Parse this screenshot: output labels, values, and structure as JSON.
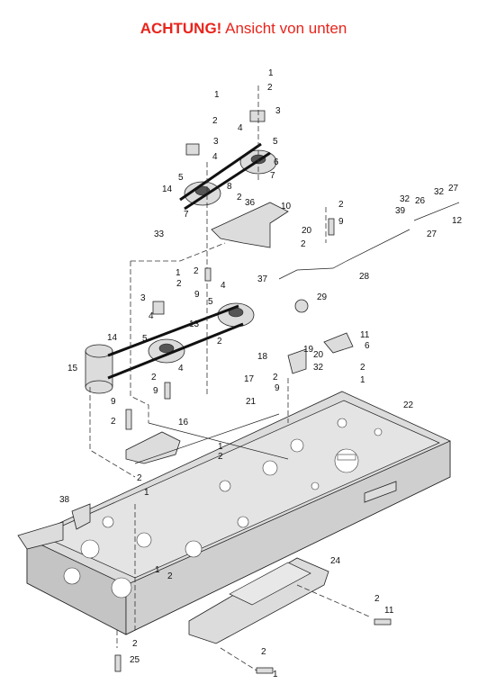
{
  "title": {
    "warning": "ACHTUNG!",
    "text": "Ansicht von unten"
  },
  "labels": {
    "l1": "1",
    "l2": "2",
    "l3": "3",
    "l4": "4",
    "l5": "5",
    "l6": "6",
    "l7": "7",
    "l8": "8",
    "l9": "9",
    "l10": "10",
    "l11": "11",
    "l12": "12",
    "l13": "13",
    "l14": "14",
    "l15": "15",
    "l16": "16",
    "l17": "17",
    "l18": "18",
    "l19": "19",
    "l20": "20",
    "l21": "21",
    "l22": "22",
    "l24": "24",
    "l25": "25",
    "l26": "26",
    "l27": "27",
    "l28": "28",
    "l29": "29",
    "l32": "32",
    "l33": "33",
    "l36": "36",
    "l37": "37",
    "l38": "38",
    "l39": "39"
  }
}
